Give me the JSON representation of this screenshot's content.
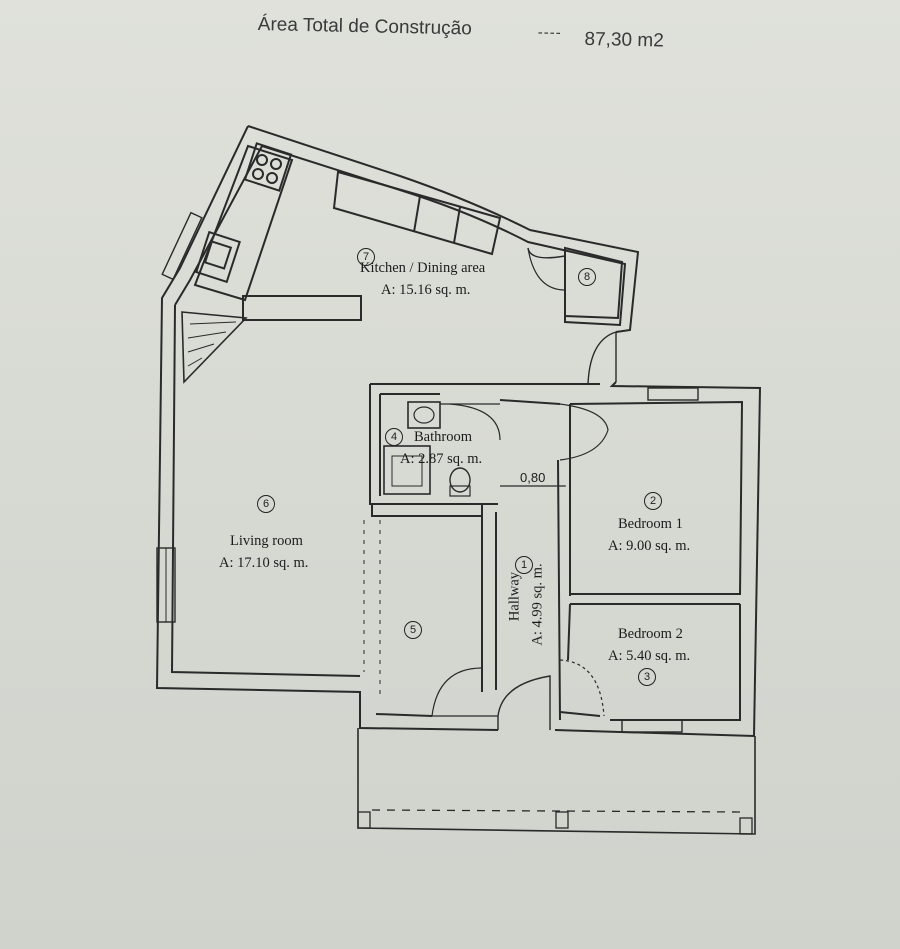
{
  "header": {
    "label": "Área Total de Construção",
    "dashes": "----",
    "total": "87,30 m2"
  },
  "rooms": {
    "kitchen": {
      "number": "7",
      "name": "Kitchen / Dining area",
      "area": "A: 15.16 sq. m."
    },
    "storage": {
      "number": "8"
    },
    "bathroom": {
      "number": "4",
      "name": "Bathroom",
      "area": "A: 2.87 sq. m."
    },
    "living": {
      "number": "6",
      "name": "Living room",
      "area": "A: 17.10 sq. m."
    },
    "entry": {
      "number": "5"
    },
    "hallway": {
      "number": "1",
      "name": "Hallway",
      "area": "A: 4.99 sq. m."
    },
    "bedroom1": {
      "number": "2",
      "name": "Bedroom 1",
      "area": "A: 9.00 sq. m."
    },
    "bedroom2": {
      "number": "3",
      "name": "Bedroom 2",
      "area": "A: 5.40 sq. m."
    }
  },
  "dimensions": {
    "door_width": "0,80"
  }
}
